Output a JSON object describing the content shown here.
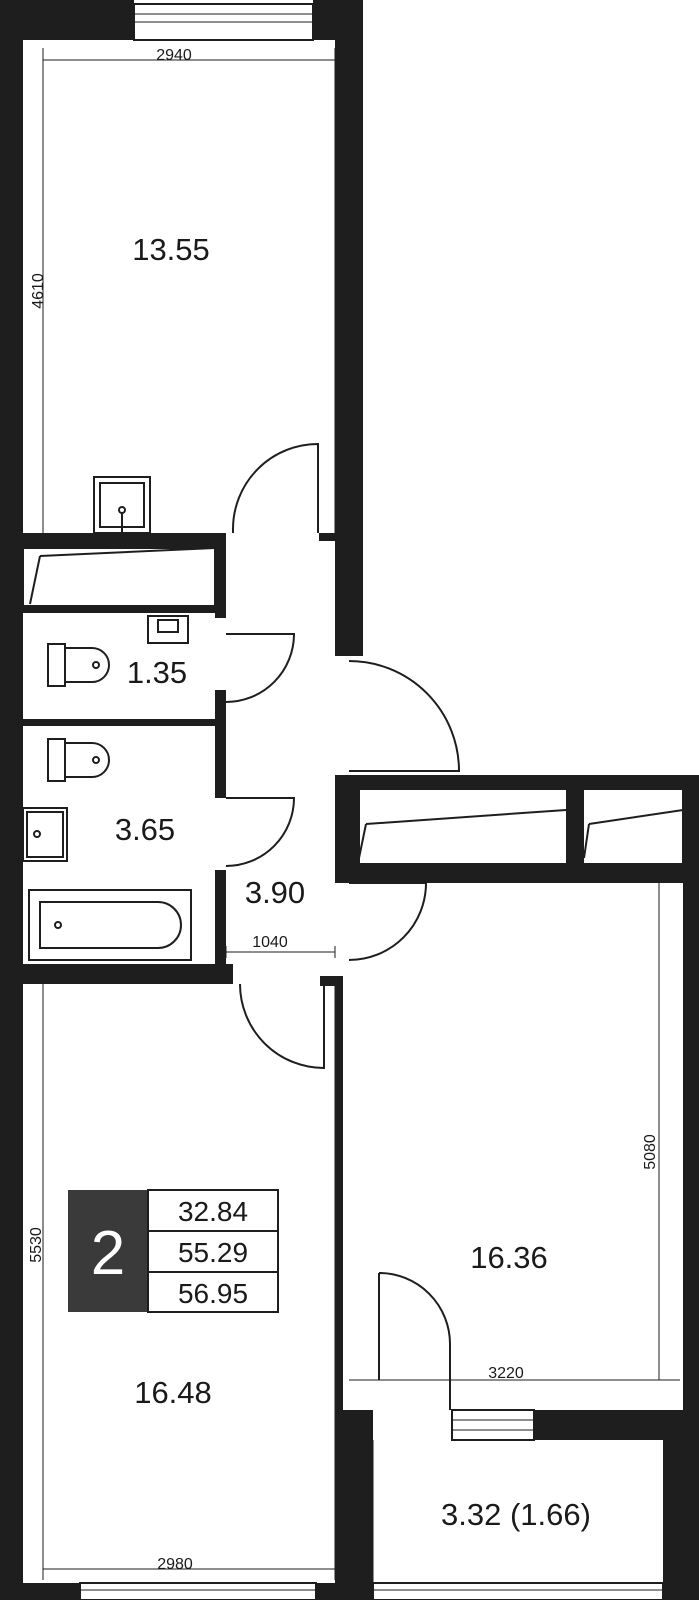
{
  "rooms": {
    "bedroom_top": "13.55",
    "wc": "1.35",
    "bathroom": "3.65",
    "hall": "3.90",
    "room_left": "16.48",
    "room_right": "16.36",
    "balcony": "3.32 (1.66)"
  },
  "dimensions": {
    "top_width": "2940",
    "top_height": "4610",
    "hall_width": "1040",
    "right_height": "5080",
    "right_width": "3220",
    "left_height": "5530",
    "bottom_width": "2980"
  },
  "summary": {
    "room_count": "2",
    "living_area": "32.84",
    "total_area": "55.29",
    "total_with_balcony": "56.95"
  },
  "colors": {
    "wall": "#1e1e1e",
    "badge": "#3a3a3a"
  }
}
